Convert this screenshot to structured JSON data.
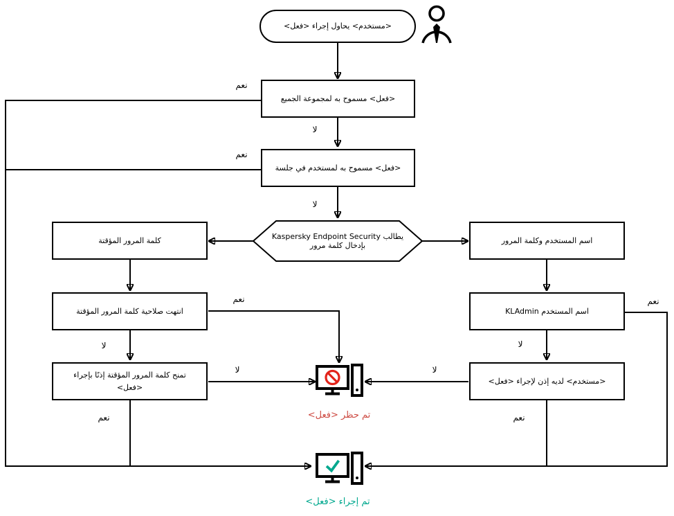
{
  "diagram": {
    "labels": {
      "yes": "نعم",
      "no": "لا"
    },
    "nodes": {
      "start": "<مستخدم> يحاول إجراء <فعل>",
      "allowed_everyone": "<فعل> مسموح به لمجموعة الجميع",
      "allowed_session": "<فعل> مسموح به لمستخدم في جلسة",
      "password_prompt": "يطالب Kaspersky Endpoint Security بإدخال كلمة مرور",
      "temp_password": "كلمة المرور المؤقتة",
      "temp_password_expired": "انتهت صلاحية كلمة المرور المؤقتة",
      "temp_password_grants": "تمنح كلمة المرور المؤقتة إذنًا بإجراء <فعل>",
      "username_password": "اسم المستخدم وكلمة المرور",
      "username_kladmin": "اسم المستخدم KLAdmin",
      "user_has_permission": "<مستخدم> لديه إذن لإجراء <فعل>"
    },
    "results": {
      "action_blocked": "تم حظر <فعل>",
      "action_performed": "تم إجراء <فعل>"
    },
    "colors": {
      "line": "#000000",
      "blocked_text": "#cd4a42",
      "blocked_sign": "#e2231a",
      "success": "#00a88e"
    }
  }
}
